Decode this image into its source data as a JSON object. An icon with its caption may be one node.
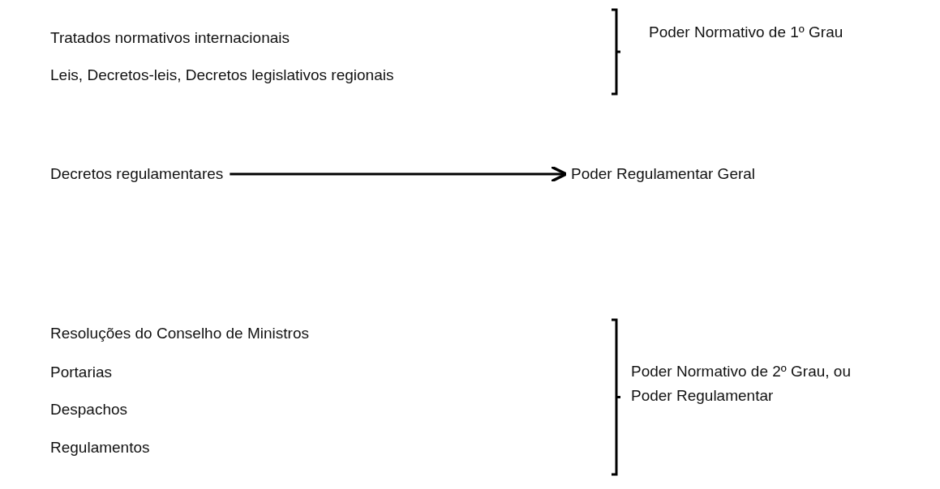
{
  "diagram": {
    "nodes": [
      {
        "text": [
          "Decretos regulamentares"
        ]
      },
      {
        "text": [
          "Poder Regulamentar Geral"
        ]
      }
    ],
    "edges": [
      {
        "from": 0,
        "to": 1,
        "arrow": "to"
      }
    ],
    "labels": [
      "Tratados normativos internacionais",
      "Poder Normativo de 1º Grau",
      "Leis, Decretos-leis, Decretos legislativos regionais",
      "Resoluções do Conselho de Ministros",
      "Portarias",
      "Poder Normativo de 2º Grau, ou Poder Regulamentar",
      "Despachos",
      "Regulamentos"
    ]
  }
}
